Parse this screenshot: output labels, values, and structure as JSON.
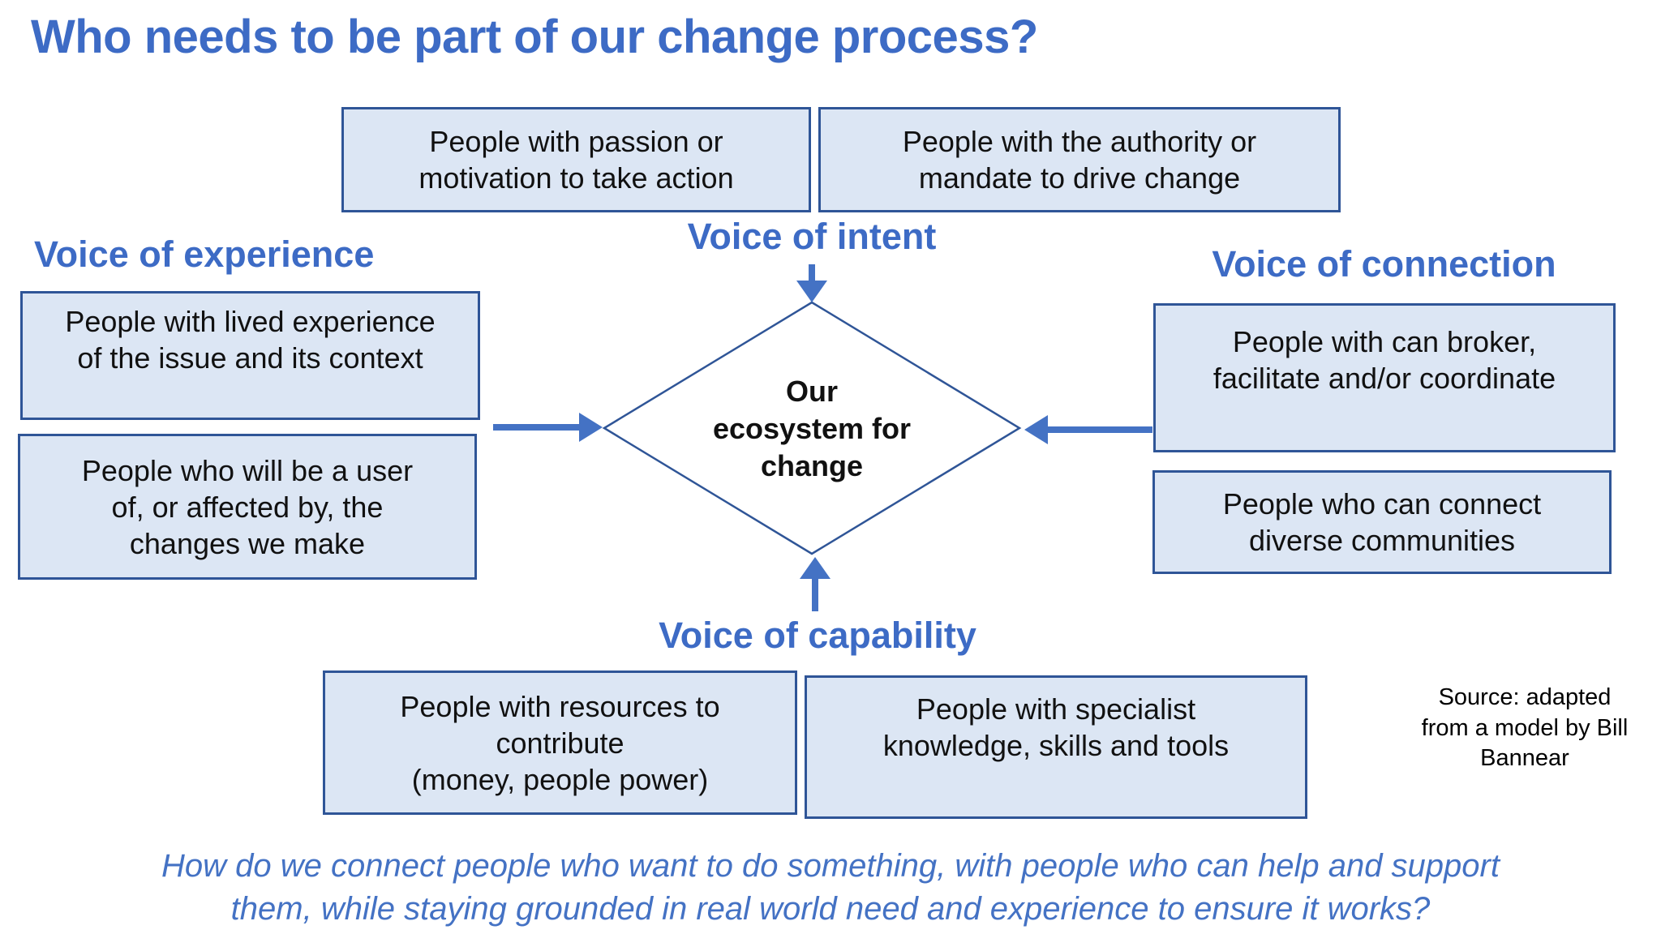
{
  "colors": {
    "accent_blue": "#3D6BC5",
    "arrow_blue": "#4472C4",
    "box_fill": "#DCE6F4",
    "box_border": "#2F5597",
    "body_text": "#111111"
  },
  "header": {
    "title": "Who needs to be part of our change process?"
  },
  "voices": {
    "intent": "Voice of intent",
    "experience": "Voice of experience",
    "connection": "Voice of connection",
    "capability": "Voice of capability"
  },
  "diamond": {
    "label": "Our\necosystem for\nchange"
  },
  "boxes": {
    "top_left": "People with passion or\nmotivation to take action",
    "top_right": "People with the authority or\nmandate to drive change",
    "left_top": "People with lived experience\nof the issue and its context",
    "left_bottom": "People who will be a user\nof, or affected by, the\nchanges we make",
    "right_top": "People with can broker,\nfacilitate and/or coordinate",
    "right_bottom": "People who can connect\ndiverse communities",
    "bottom_left": "People with resources to\ncontribute\n(money, people power)",
    "bottom_right": "People with specialist\nknowledge, skills and tools"
  },
  "source": {
    "text": "Source: adapted\nfrom a model by Bill\nBannear"
  },
  "question": {
    "text": "How do we connect people who want to do something, with people who can help and support\nthem, while staying grounded in real world need and experience to ensure it works?"
  }
}
